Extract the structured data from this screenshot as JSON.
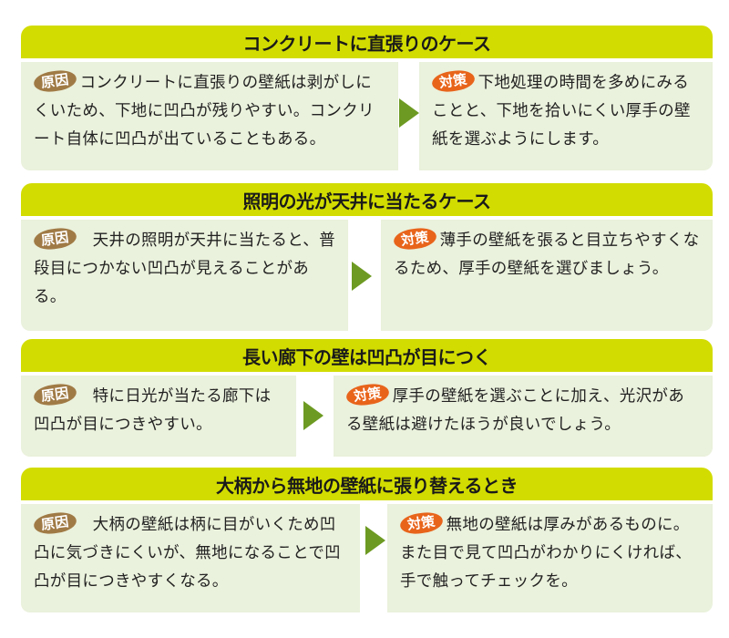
{
  "colors": {
    "header_bg": "#d2dc00",
    "panel_bg": "#eaf1dc",
    "cause_badge": "#a07a45",
    "solution_badge": "#e8641b",
    "arrow": "#6d9a22"
  },
  "labels": {
    "cause": "原因",
    "solution": "対策"
  },
  "icons": {
    "arrow": "right-triangle-arrow"
  },
  "sections": [
    {
      "title": "コンクリートに直張りのケース",
      "cause": "コンクリートに直張りの壁紙は剥がしにくいため、下地に凹凸が残りやすい。コンクリート自体に凹凸が出ていることもある。",
      "solution": "下地処理の時間を多めにみることと、下地を拾いにくい厚手の壁紙を選ぶようにします。"
    },
    {
      "title": "照明の光が天井に当たるケース",
      "cause": "天井の照明が天井に当たると、普段目につかない凹凸が見えることがある。",
      "solution": "薄手の壁紙を張ると目立ちやすくなるため、厚手の壁紙を選びましょう。"
    },
    {
      "title": "長い廊下の壁は凹凸が目につく",
      "cause": "特に日光が当たる廊下は凹凸が目につきやすい。",
      "solution": "厚手の壁紙を選ぶことに加え、光沢がある壁紙は避けたほうが良いでしょう。"
    },
    {
      "title": "大柄から無地の壁紙に張り替えるとき",
      "cause": "大柄の壁紙は柄に目がいくため凹凸に気づきにくいが、無地になることで凹凸が目につきやすくなる。",
      "solution": "無地の壁紙は厚みがあるものに。また目で見て凹凸がわかりにくければ、手で触ってチェックを。"
    }
  ]
}
